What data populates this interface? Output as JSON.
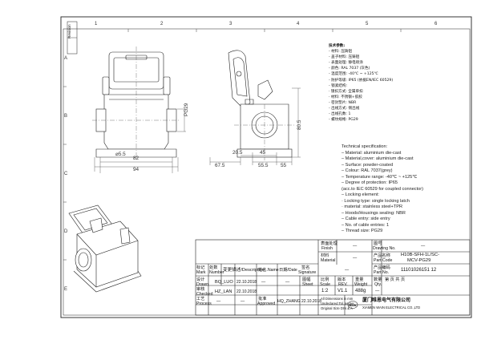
{
  "frame": {
    "zones_top": [
      "1",
      "2",
      "3",
      "4",
      "5",
      "6"
    ],
    "zones_side": [
      "A",
      "B",
      "C",
      "D",
      "E"
    ],
    "revision_label": "Revision"
  },
  "dimensions": {
    "front_width": "82",
    "front_overall": "94",
    "hole": "⌀5.5",
    "thread": "PG29",
    "side_left": "67.5",
    "side_a": "20.5",
    "side_b": "45",
    "side_c": "55.5",
    "side_d": "55",
    "side_height": "80.5"
  },
  "spec_cn": [
    "技术参数:",
    "- 材料: 压铸铝",
    "- 盖子材料: 压铸铝",
    "- 表面处理: 静电喷涂",
    "- 颜色: RAL 7037 (灰色)",
    "- 温度范围: -40℃ ~ +125℃",
    "- 防护等级: IP65 (依据EN/IEC 60529)",
    "- 锁紧结构:",
    "  · 锁扣方式: 全属单扣",
    "  · 材料: 不锈钢+胶胶",
    "- 密封垫片: NBR",
    "- 出线方式: 侧出线",
    "- 出线孔数: 1",
    "- 螺纹规格: PG29"
  ],
  "spec_en": [
    "Technical specification:",
    "– Material: aluminium die-cast",
    "– Material,cover: aluminium die-cast",
    "– Surface: powder-coated",
    "– Colour: RAL 7037(grey)",
    "– Temperature range: -40℃ ~ +125℃",
    "– Degree of protection: IP65",
    "   (acc.to IEC 60529 for coupled connector)",
    "– Locking element:",
    "   · Locking type: single locking latch",
    "   · material: stainless steel+TPR",
    "– Hoods/Housings sealing: NBR",
    "– Cable entry: side entry",
    "– No. of cable entries: 1",
    "– Thread size: PG29"
  ],
  "title_block": {
    "finish_cn": "表面处理",
    "finish": "Finish",
    "drawing_no_cn": "图号",
    "drawing_no": "Drawing No.",
    "material_cn": "材料",
    "material": "Material",
    "part_code_cn": "产品名称",
    "part_code": "Part Code",
    "part_code_val_1": "H10B-SFH-1L/SC-",
    "part_code_val_2": "MCV-PG29",
    "part_no_cn": "产品编码",
    "part_no": "Part No.",
    "part_no_val": "11101026151 12",
    "mark_cn": "标记",
    "mark": "Mark",
    "number_cn": "处数",
    "number": "Number",
    "change_desc": "变更描述/Description",
    "name_cn": "姓名.Name",
    "date_cn": "日期/Date",
    "signature_cn": "签名",
    "signature": "Signature",
    "sheet_cn": "图幅",
    "sheet": "Sheet",
    "scale_cn": "比例",
    "scale": "Scale",
    "rev_cn": "版本",
    "rev": "REV.",
    "weight_cn": "重量",
    "weight": "Weight",
    "qty_cn": "数量",
    "qty": "Qty.",
    "scale_val": "1:2",
    "rev_val": "V1.1",
    "weight_val": "488g",
    "dash": "—",
    "drawn_cn": "设计",
    "drawn": "Drawn",
    "drawn_name": "BQ_LUO",
    "drawn_date": "22.10.2018",
    "checked_cn": "审核",
    "checked": "Checked",
    "checked_name": "HZ_LAN",
    "checked_date": "22.10.2018",
    "process_cn": "工艺",
    "process": "Process",
    "approved_cn": "批准",
    "approved": "Approved",
    "approved_name": "HQ_ZHANG",
    "approved_date": "22.10.2018",
    "tolerance_1": "All Dimensions in mm",
    "tolerance_2": "Undeclared Tol. as per",
    "tolerance_3": "Original Size DIN & A",
    "sheet_hdr": "第  页 共  页",
    "company_cn": "厦门唯恩电气有限公司",
    "company_en": "XIAMEN WAIN ELECTRICAL CO.,LTD",
    "logo": "WAIN"
  }
}
